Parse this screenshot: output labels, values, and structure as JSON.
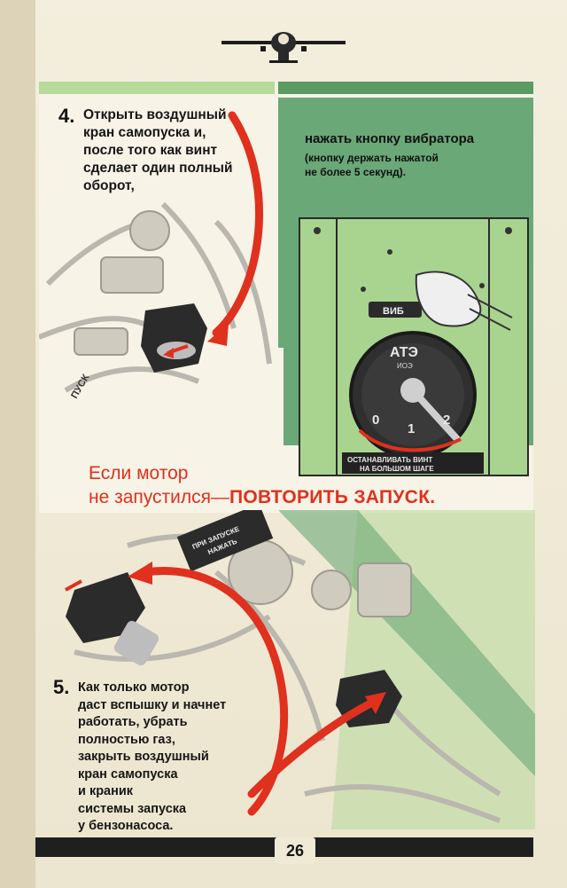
{
  "step4": {
    "number": "4.",
    "lines": [
      "Открыть воздушный",
      "кран самопуска и,",
      "после того как винт",
      "сделает один полный",
      "оборот,"
    ]
  },
  "vibrator": {
    "title": "нажать кнопку вибратора",
    "note_lines": [
      "(кнопку держать нажатой",
      "не более 5 секунд)."
    ]
  },
  "device": {
    "button_label": "ВИБ",
    "brand": "АТЭ",
    "sub_brand": "ИОЭ",
    "dial_marks": [
      "0",
      "1",
      "2"
    ],
    "plate_lines": [
      "ОСТАНАВЛИВАТЬ ВИНТ",
      "НА БОЛЬШОМ ШАГЕ"
    ]
  },
  "retry": {
    "line1": "Если мотор",
    "line2_prefix": "не запустился",
    "line2_dash": "—",
    "line2_action": "ПОВТОРИТЬ ЗАПУСК."
  },
  "valve_tag": {
    "lines": [
      "ПРИ ЗАПУСКЕ",
      "НАЖАТЬ"
    ]
  },
  "start_tag": "ПУСК",
  "step5": {
    "number": "5.",
    "lines": [
      "Как только мотор",
      "даст вспышку и начнет",
      "работать, убрать",
      "полностью газ,",
      "закрыть воздушный",
      "кран самопуска",
      "и краник",
      "системы запуска",
      "у бензонасоса."
    ]
  },
  "page_number": "26",
  "colors": {
    "accent_red": "#e0301e",
    "panel_green": "#6aa877",
    "light_green": "#b7d99a",
    "ink": "#161616"
  }
}
